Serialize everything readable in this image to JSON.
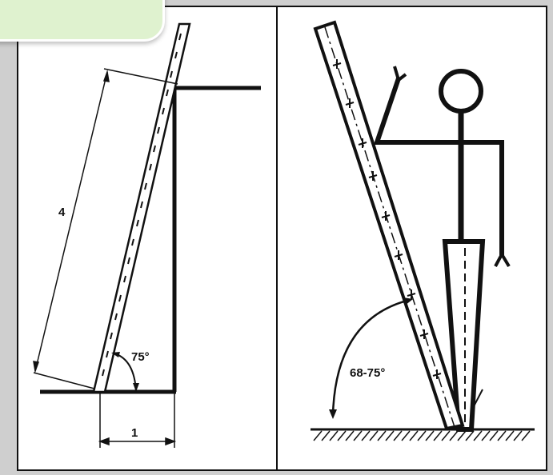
{
  "diagram": {
    "left": {
      "length_label": "4",
      "base_label": "1",
      "angle_label": "75°"
    },
    "right": {
      "angle_label": "68-75°"
    }
  },
  "colors": {
    "ink": "#111111",
    "tab": "#dff2cf",
    "background": "#ffffff"
  }
}
